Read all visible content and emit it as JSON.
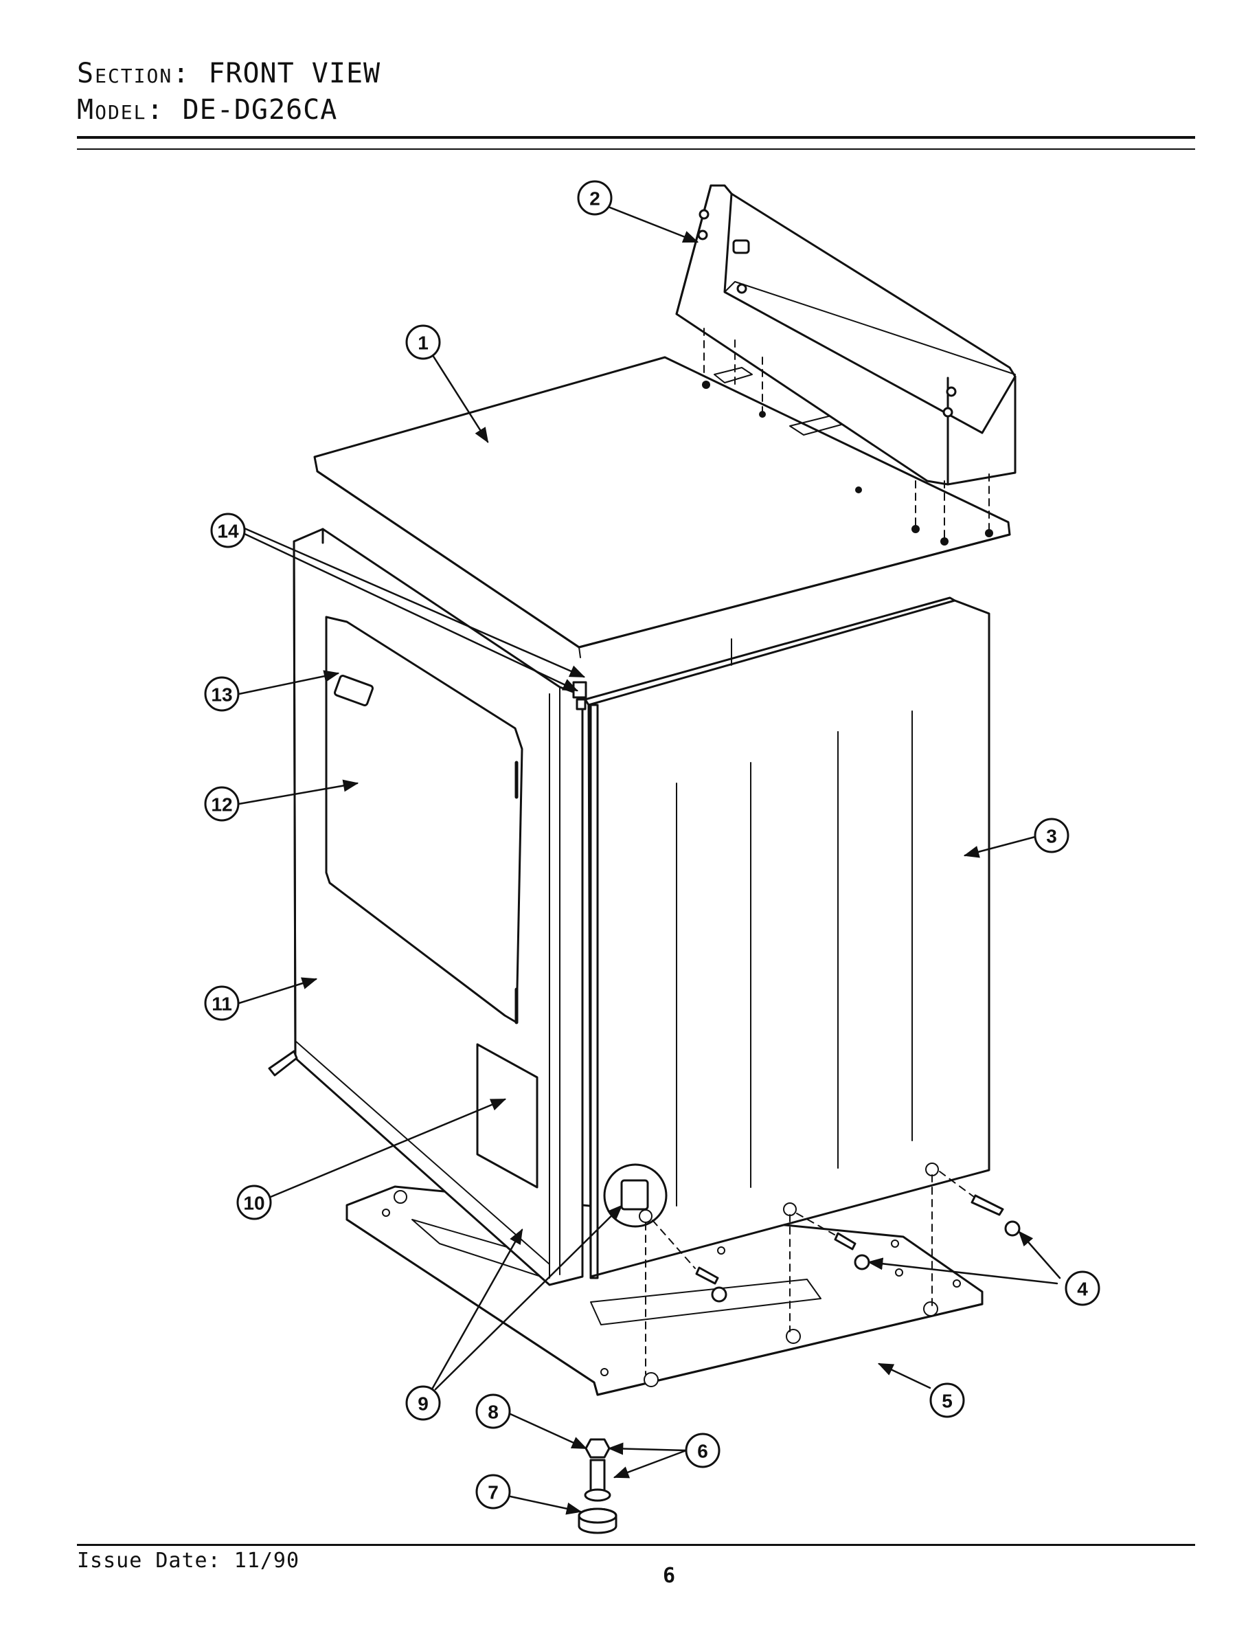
{
  "header": {
    "section_label": "Section:",
    "section_value": "FRONT VIEW",
    "model_label": "Model:",
    "model_value": "DE-DG26CA"
  },
  "footer": {
    "issue_date": "Issue Date: 11/90",
    "page_number": "6"
  },
  "callouts": [
    {
      "id": "c1",
      "number": "1"
    },
    {
      "id": "c2",
      "number": "2"
    },
    {
      "id": "c3",
      "number": "3"
    },
    {
      "id": "c4",
      "number": "4"
    },
    {
      "id": "c5",
      "number": "5"
    },
    {
      "id": "c6",
      "number": "6"
    },
    {
      "id": "c7",
      "number": "7"
    },
    {
      "id": "c8",
      "number": "8"
    },
    {
      "id": "c9",
      "number": "9"
    },
    {
      "id": "c10",
      "number": "10"
    },
    {
      "id": "c11",
      "number": "11"
    },
    {
      "id": "c12",
      "number": "12"
    },
    {
      "id": "c13",
      "number": "13"
    },
    {
      "id": "c14",
      "number": "14"
    }
  ]
}
